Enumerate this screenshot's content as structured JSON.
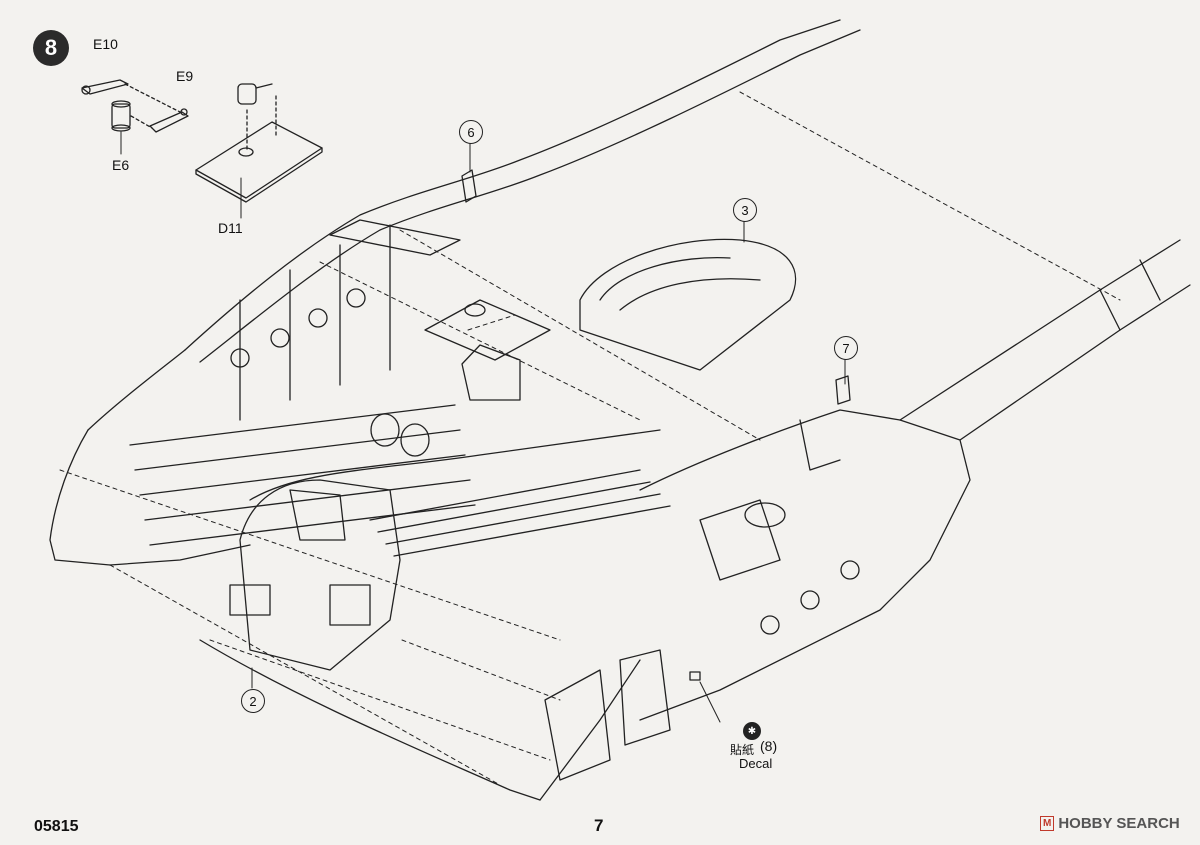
{
  "step": {
    "number": "8"
  },
  "parts": {
    "e10": "E10",
    "e9": "E9",
    "e6": "E6",
    "d11": "D11"
  },
  "callouts": {
    "c2": "2",
    "c3": "3",
    "c6": "6",
    "c7": "7"
  },
  "decal": {
    "icon": "decal-icon",
    "chinese": "貼紙",
    "number": "(8)",
    "english": "Decal"
  },
  "footer": {
    "product_code": "05815",
    "page_number": "7"
  },
  "watermark": {
    "brand_box": "M",
    "brand_text": "HOBBY SEARCH"
  }
}
